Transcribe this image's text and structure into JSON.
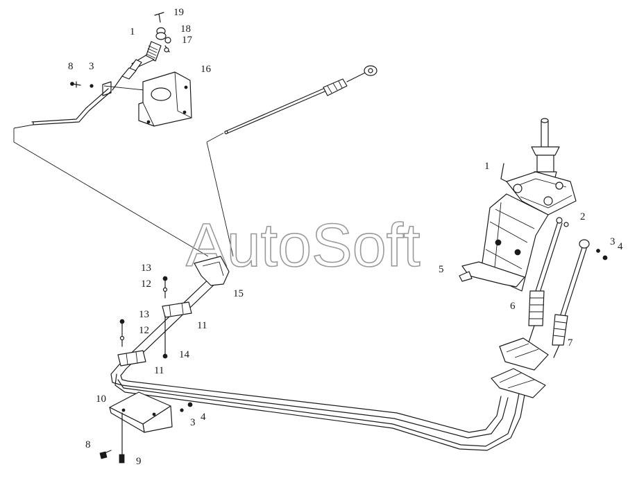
{
  "watermark": "AutoSoft",
  "labels": {
    "l19": "19",
    "l1_top": "1",
    "l18": "18",
    "l17": "17",
    "l8_top": "8",
    "l3_top": "3",
    "l16": "16",
    "l1_right": "1",
    "l2": "2",
    "l3_right": "3",
    "l4_right": "4",
    "l5": "5",
    "l6": "6",
    "l7": "7",
    "l13_a": "13",
    "l12_a": "12",
    "l15": "15",
    "l13_b": "13",
    "l12_b": "12",
    "l11_a": "11",
    "l14": "14",
    "l11_b": "11",
    "l10": "10",
    "l3_bot": "3",
    "l4_bot": "4",
    "l8_bot": "8",
    "l9": "9"
  }
}
